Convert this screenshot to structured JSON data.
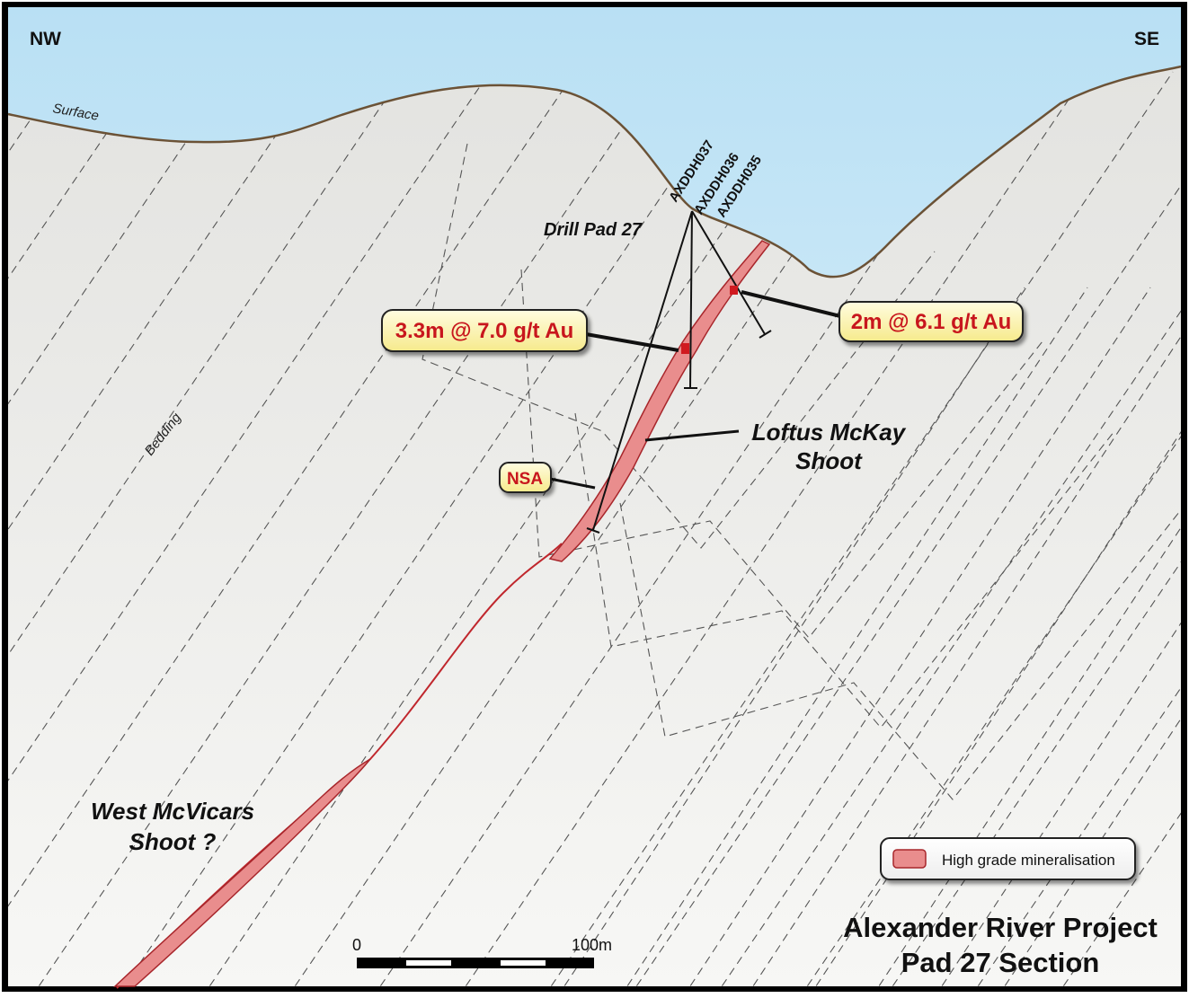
{
  "orientation": {
    "left": "NW",
    "right": "SE"
  },
  "surface_label": "Surface",
  "bedding_label": "Bedding",
  "drill_pad_label": "Drill Pad 27",
  "drill_holes": [
    "AXDDH037",
    "AXDDH036",
    "AXDDH035"
  ],
  "intercepts": {
    "main": "3.3m @ 7.0 g/t Au",
    "upper": "2m @ 6.1 g/t Au",
    "nsa": "NSA"
  },
  "shoots": {
    "loftus_line1": "Loftus McKay",
    "loftus_line2": "Shoot",
    "west_line1": "West McVicars",
    "west_line2": "Shoot ?"
  },
  "legend": {
    "label": "High grade mineralisation"
  },
  "scale_bar": {
    "start": "0",
    "end": "100m"
  },
  "title": {
    "line1": "Alexander River Project",
    "line2": "Pad 27 Section"
  },
  "colors": {
    "sky_top": "#bfe3f5",
    "sky_bottom": "#e6f4fb",
    "ground": "#eaeaea",
    "mineralisation": "#e98d8d",
    "mineralisation_edge": "#b3262b",
    "callout_fill": "#fbf5b3",
    "callout_text": "#c8161d"
  }
}
